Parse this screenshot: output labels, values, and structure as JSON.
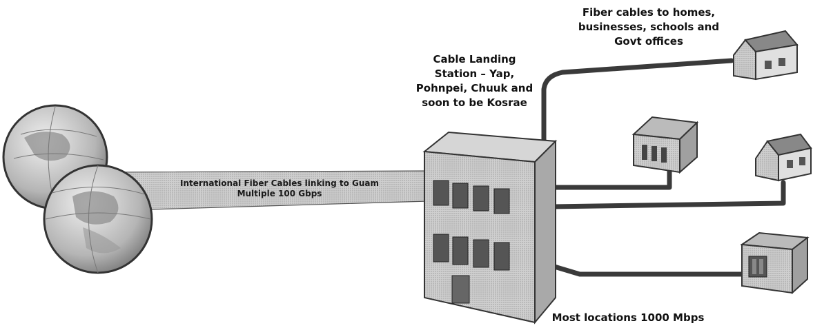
{
  "diagram": {
    "cable_label": "International Fiber Cables linking to Guam\nMultiple 100 Gbps",
    "station_label": "Cable Landing\nStation – Yap,\nPohnpei, Chuuk and\nsoon to be Kosrae",
    "fiber_label": "Fiber cables to homes,\nbusinesses, schools and\nGovt offices",
    "speed_label": "Most locations 1000 Mbps"
  },
  "colors": {
    "cable_fill": "#c4c4c4",
    "fiber_line": "#3a3a3a",
    "building_face": "#e4e4e4",
    "building_side": "#b8b8b8",
    "globe_fill": "#cfcfcf"
  }
}
